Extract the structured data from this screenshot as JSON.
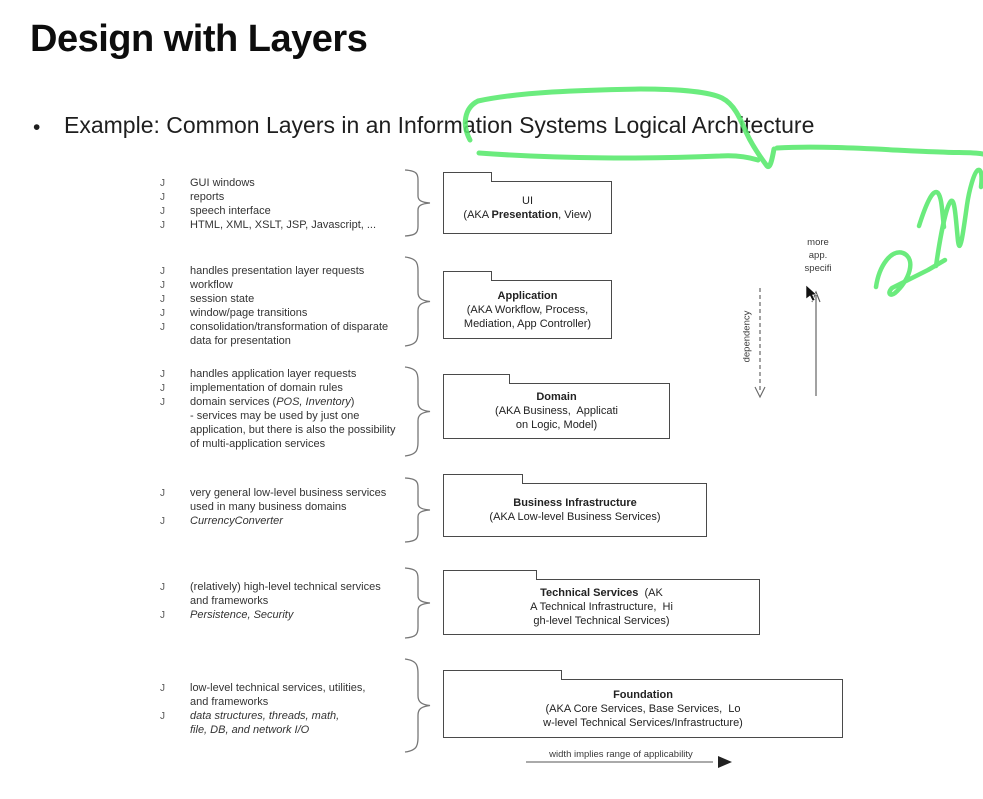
{
  "title": "Design with Layers",
  "bullet": {
    "marker": "•",
    "text": "Example: Common Layers in an Information Systems Logical Architecture"
  },
  "bullet_glyph": "J",
  "layers": [
    {
      "name": "ui",
      "items": [
        {
          "bullet": true,
          "segs": [
            {
              "t": "GUI windows"
            }
          ]
        },
        {
          "bullet": true,
          "segs": [
            {
              "t": "reports"
            }
          ]
        },
        {
          "bullet": true,
          "segs": [
            {
              "t": "speech interface"
            }
          ]
        },
        {
          "bullet": true,
          "segs": [
            {
              "t": "HTML, XML, XSLT, JSP, Javascript, ..."
            }
          ]
        }
      ],
      "box": [
        [
          {
            "t": "UI"
          }
        ],
        [
          {
            "t": "(AKA "
          },
          {
            "t": "Presentation",
            "b": true
          },
          {
            "t": ", View)"
          }
        ]
      ]
    },
    {
      "name": "application",
      "items": [
        {
          "bullet": true,
          "segs": [
            {
              "t": "handles presentation layer requests"
            }
          ]
        },
        {
          "bullet": true,
          "segs": [
            {
              "t": "workflow"
            }
          ]
        },
        {
          "bullet": true,
          "segs": [
            {
              "t": "session state"
            }
          ]
        },
        {
          "bullet": true,
          "segs": [
            {
              "t": "window/page transitions"
            }
          ]
        },
        {
          "bullet": true,
          "segs": [
            {
              "t": "consolidation/transformation of disparate"
            }
          ]
        },
        {
          "bullet": false,
          "segs": [
            {
              "t": "data for presentation"
            }
          ]
        }
      ],
      "box": [
        [
          {
            "t": "Application",
            "b": true
          }
        ],
        [
          {
            "t": "(AKA Workflow, Process,"
          }
        ],
        [
          {
            "t": "Mediation, App Controller)"
          }
        ]
      ]
    },
    {
      "name": "domain",
      "items": [
        {
          "bullet": true,
          "segs": [
            {
              "t": "handles application layer requests"
            }
          ]
        },
        {
          "bullet": true,
          "segs": [
            {
              "t": "implementation of domain rules"
            }
          ]
        },
        {
          "bullet": true,
          "segs": [
            {
              "t": "domain services ("
            },
            {
              "t": "POS, Inventory",
              "i": true
            },
            {
              "t": ")"
            }
          ]
        },
        {
          "bullet": false,
          "segs": [
            {
              "t": "- services may be used by just one"
            }
          ]
        },
        {
          "bullet": false,
          "segs": [
            {
              "t": "application, but there is also the possibility"
            }
          ]
        },
        {
          "bullet": false,
          "segs": [
            {
              "t": "of multi-application services"
            }
          ]
        }
      ],
      "box": [
        [
          {
            "t": "Domain",
            "b": true
          }
        ],
        [
          {
            "t": "(AKA Business,  Applicati"
          }
        ],
        [
          {
            "t": "on Logic, Model)"
          }
        ]
      ]
    },
    {
      "name": "business-infrastructure",
      "items": [
        {
          "bullet": true,
          "segs": [
            {
              "t": "very general low-level business services"
            }
          ]
        },
        {
          "bullet": false,
          "segs": [
            {
              "t": "used in many business domains"
            }
          ]
        },
        {
          "bullet": true,
          "segs": [
            {
              "t": "CurrencyConverter",
              "i": true
            }
          ]
        }
      ],
      "box": [
        [
          {
            "t": "Business Infrastructure",
            "b": true
          }
        ],
        [
          {
            "t": "(AKA Low-level Business Services)"
          }
        ]
      ]
    },
    {
      "name": "technical-services",
      "items": [
        {
          "bullet": true,
          "segs": [
            {
              "t": "(relatively) high-level technical services"
            }
          ]
        },
        {
          "bullet": false,
          "segs": [
            {
              "t": "and frameworks"
            }
          ]
        },
        {
          "bullet": true,
          "segs": [
            {
              "t": "Persistence, Security",
              "i": true
            }
          ]
        }
      ],
      "box": [
        [
          {
            "t": "Technical Services",
            "b": true
          },
          {
            "t": "  (AK"
          }
        ],
        [
          {
            "t": "A Technical Infrastructure,  Hi"
          }
        ],
        [
          {
            "t": "gh-level Technical Services)"
          }
        ]
      ]
    },
    {
      "name": "foundation",
      "items": [
        {
          "bullet": true,
          "segs": [
            {
              "t": "low-level technical services, utilities,"
            }
          ]
        },
        {
          "bullet": false,
          "segs": [
            {
              "t": "and frameworks"
            }
          ]
        },
        {
          "bullet": true,
          "segs": [
            {
              "t": "data structures, threads, math,",
              "i": true
            }
          ]
        },
        {
          "bullet": false,
          "segs": [
            {
              "t": "file, DB, and network I/O",
              "i": true
            }
          ]
        }
      ],
      "box": [
        [
          {
            "t": "Foundation",
            "b": true
          }
        ],
        [
          {
            "t": "(AKA Core Services, Base Services,  Lo"
          }
        ],
        [
          {
            "t": "w-level Technical Services/Infrastructure)"
          }
        ]
      ]
    }
  ],
  "side": {
    "dependency_label": "dependency",
    "more_specific_lines": [
      "more",
      "app.",
      "specifi"
    ]
  },
  "caption": {
    "text": "width implies range of applicability"
  },
  "colors": {
    "highlight_green": "#57e96c",
    "line_gray": "#555555"
  }
}
